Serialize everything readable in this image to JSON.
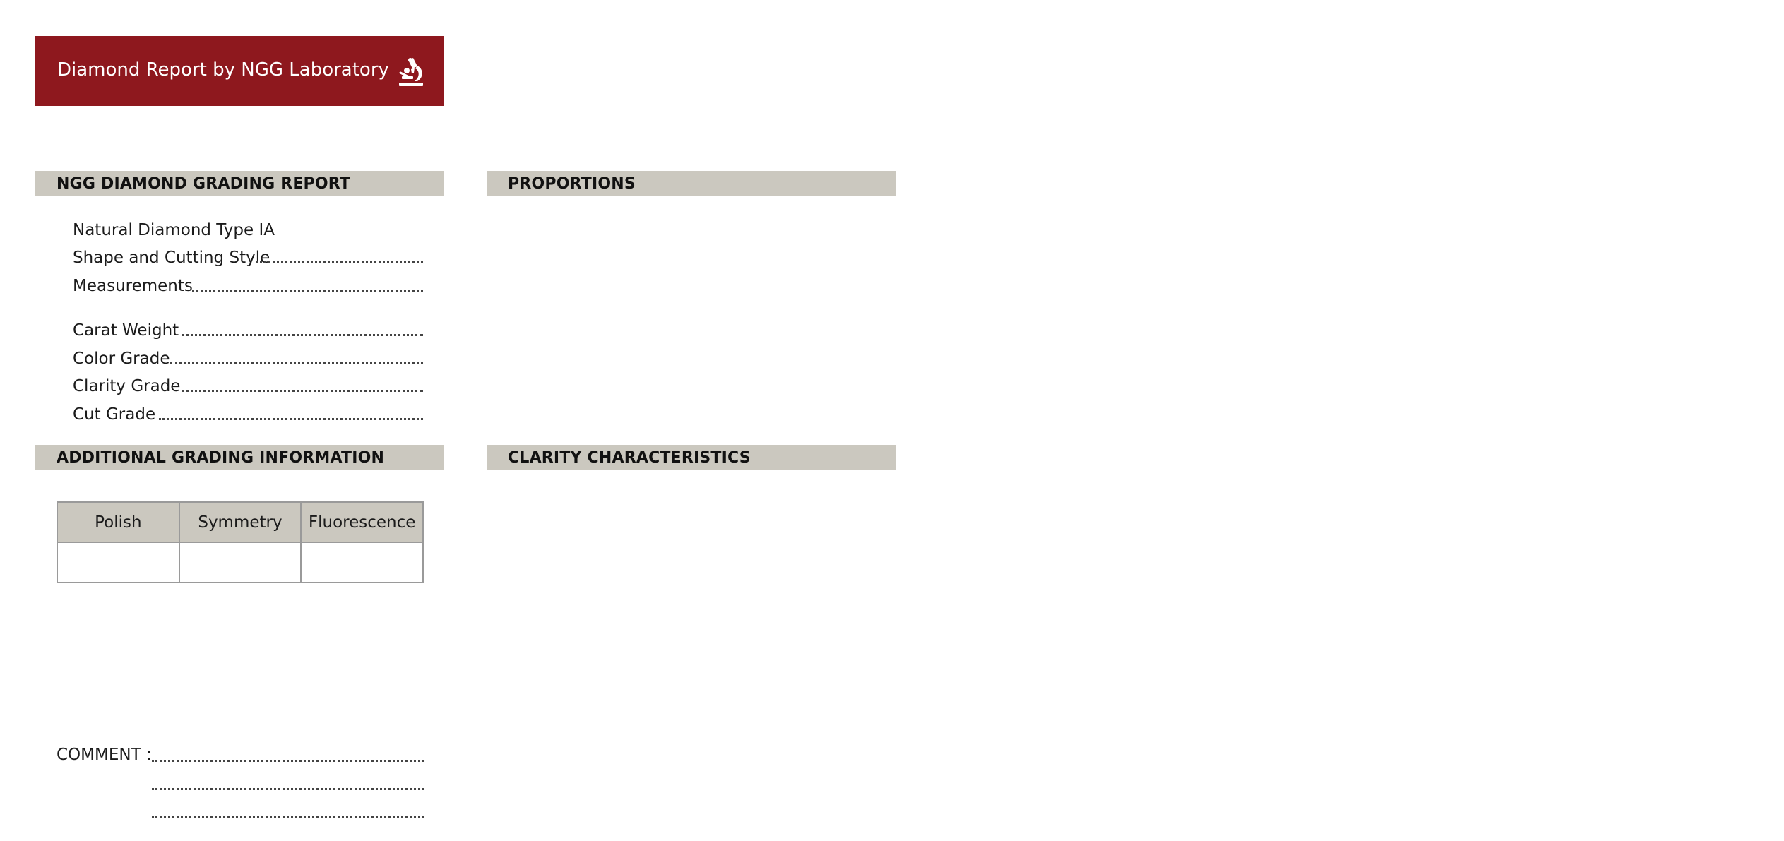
{
  "header": {
    "title": "Diamond Report by NGG Laboratory",
    "icon": "microscope-icon",
    "background_color": "#8e181e"
  },
  "sections": {
    "report": "NGG DIAMOND GRADING REPORT",
    "proportions": "PROPORTIONS",
    "additional": "ADDITIONAL GRADING INFORMATION",
    "clarity": "CLARITY CHARACTERISTICS"
  },
  "report_fields": {
    "type": "Natural Diamond Type IA",
    "shape": "Shape and Cutting Style",
    "measurements": "Measurements",
    "carat": "Carat Weight",
    "color": "Color Grade",
    "clarity": "Clarity Grade",
    "cut": "Cut Grade"
  },
  "additional_table": {
    "headers": [
      "Polish",
      "Symmetry",
      "Fluorescence"
    ],
    "values": [
      "",
      "",
      ""
    ]
  },
  "comment": {
    "label": "COMMENT :"
  },
  "colors": {
    "section_bar": "#cbc8bf",
    "accent": "#8e181e"
  }
}
